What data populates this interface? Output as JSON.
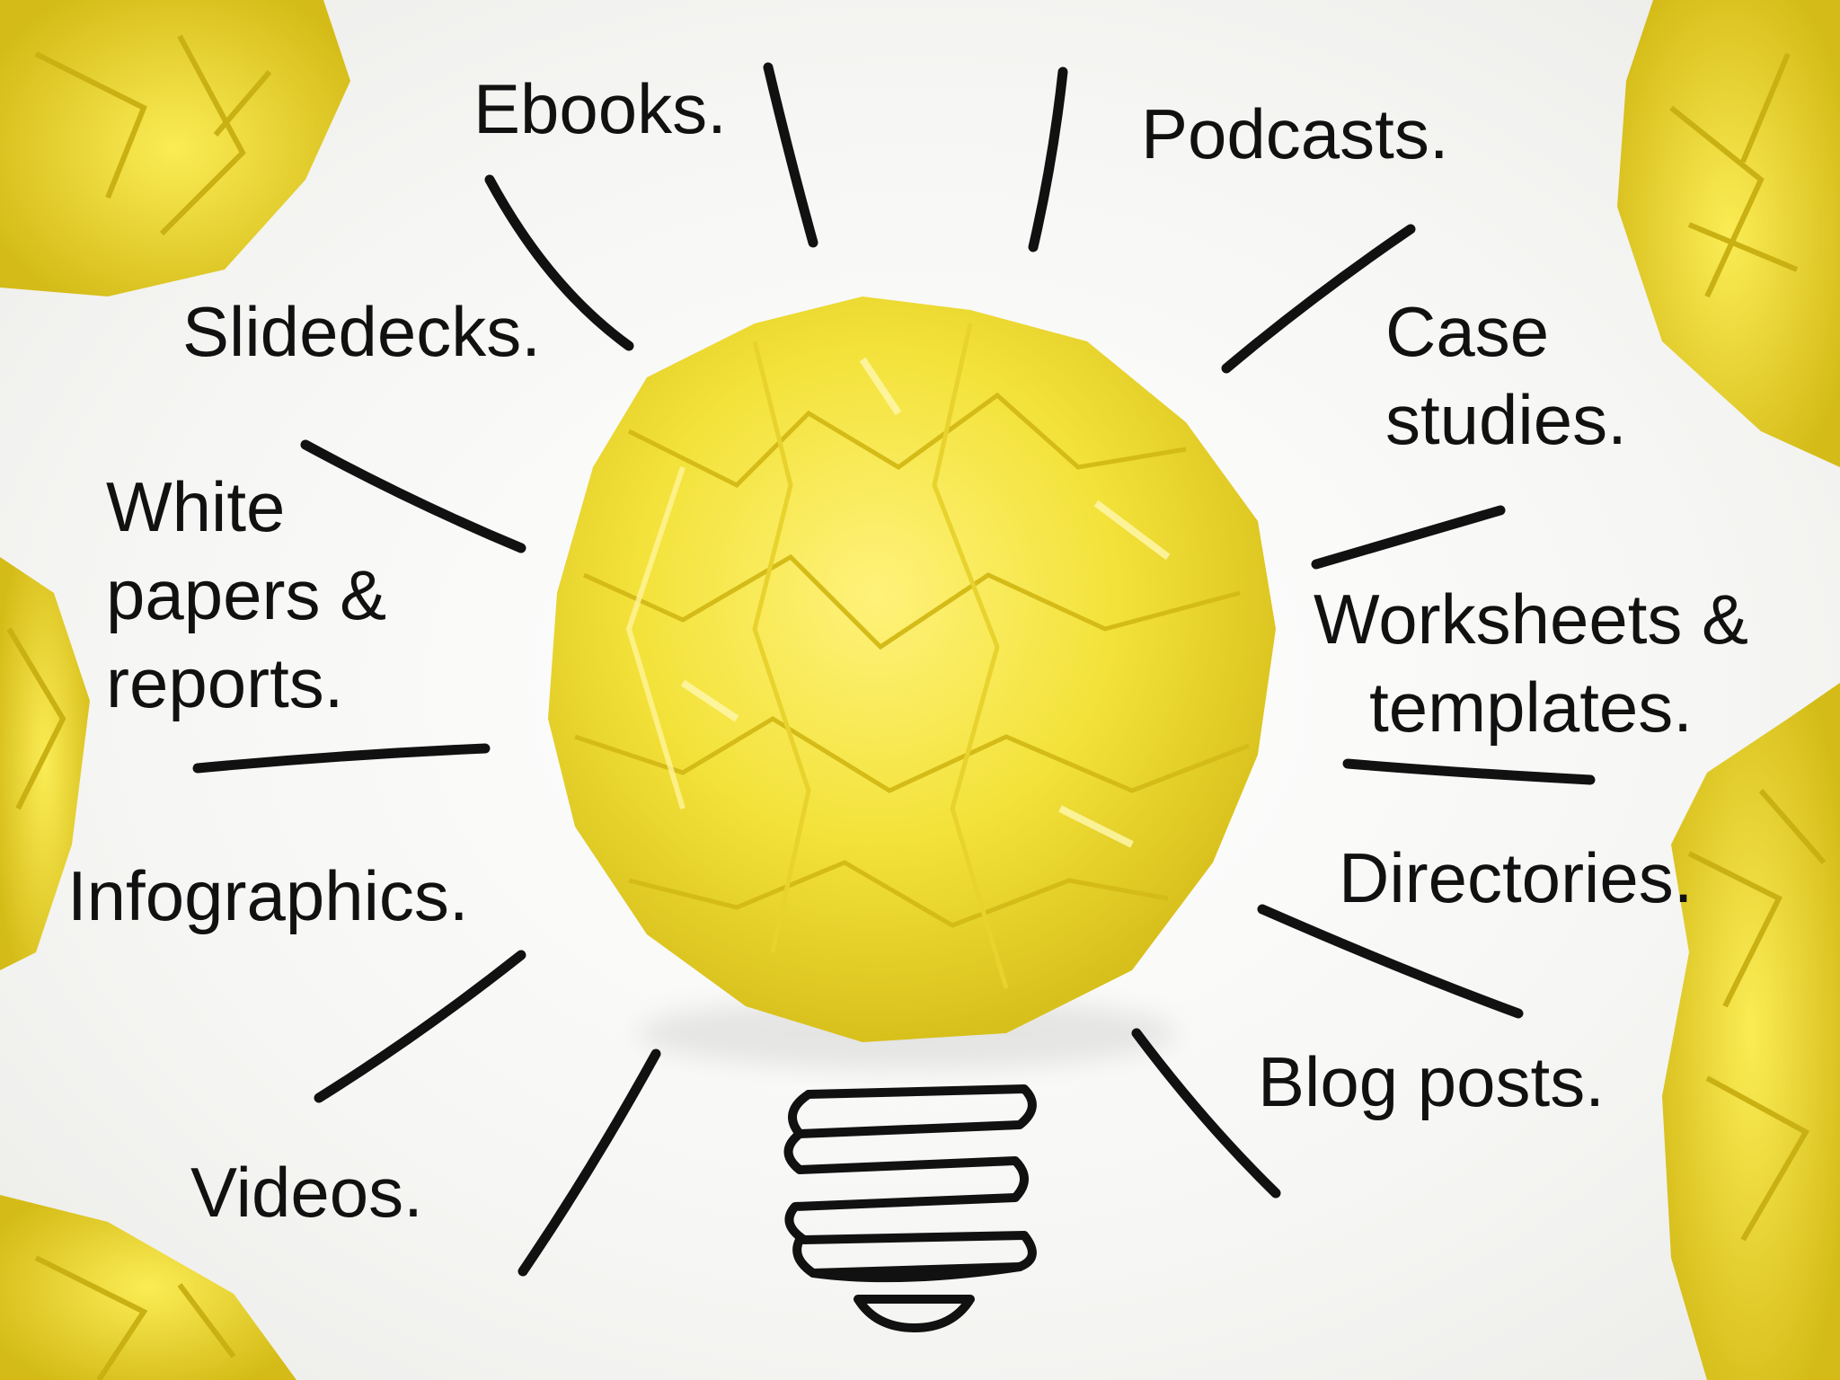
{
  "labels": {
    "ebooks": "Ebooks.",
    "podcasts": "Podcasts.",
    "slidedecks": "Slidedecks.",
    "case_line1": "Case",
    "case_line2": "studies.",
    "white_line1": "White",
    "white_line2": "papers &",
    "white_line3": "reports.",
    "worksheets_line1": "Worksheets &",
    "worksheets_line2": "templates.",
    "infographics": "Infographics.",
    "directories": "Directories.",
    "videos": "Videos.",
    "blog": "Blog posts."
  },
  "colors": {
    "paper_yellow": "#f3e23a",
    "paper_shadow": "#d9c21a",
    "ink": "#111111",
    "background": "#f6f6f4"
  }
}
